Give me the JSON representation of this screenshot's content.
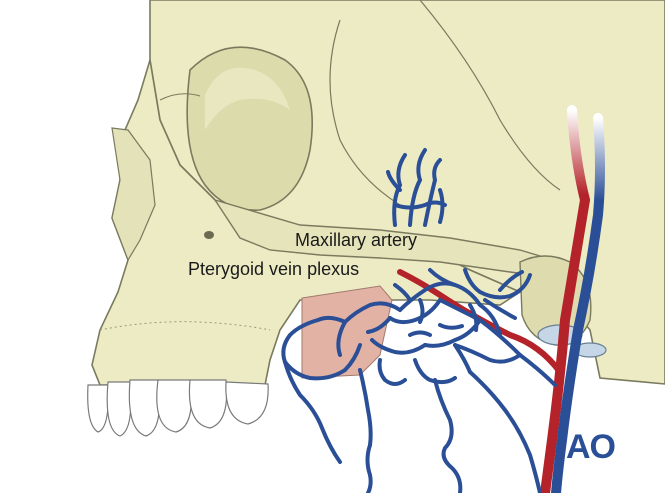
{
  "labels": {
    "maxillary_artery": "Maxillary artery",
    "pterygoid_vein_plexus": "Pterygoid vein plexus"
  },
  "logo": {
    "text": "AO"
  },
  "colors": {
    "bone": "#ecebc4",
    "bone_outline": "#7a7a5e",
    "artery": "#b4232a",
    "vein": "#2a4f97",
    "vein_outline": "#1d3a73",
    "muscle_patch": "#e2b2a4",
    "teeth": "#ffffff",
    "cartilage": "#c5d6e6",
    "logo": "#2a4f97"
  },
  "icons": [
    "ao-logo"
  ]
}
